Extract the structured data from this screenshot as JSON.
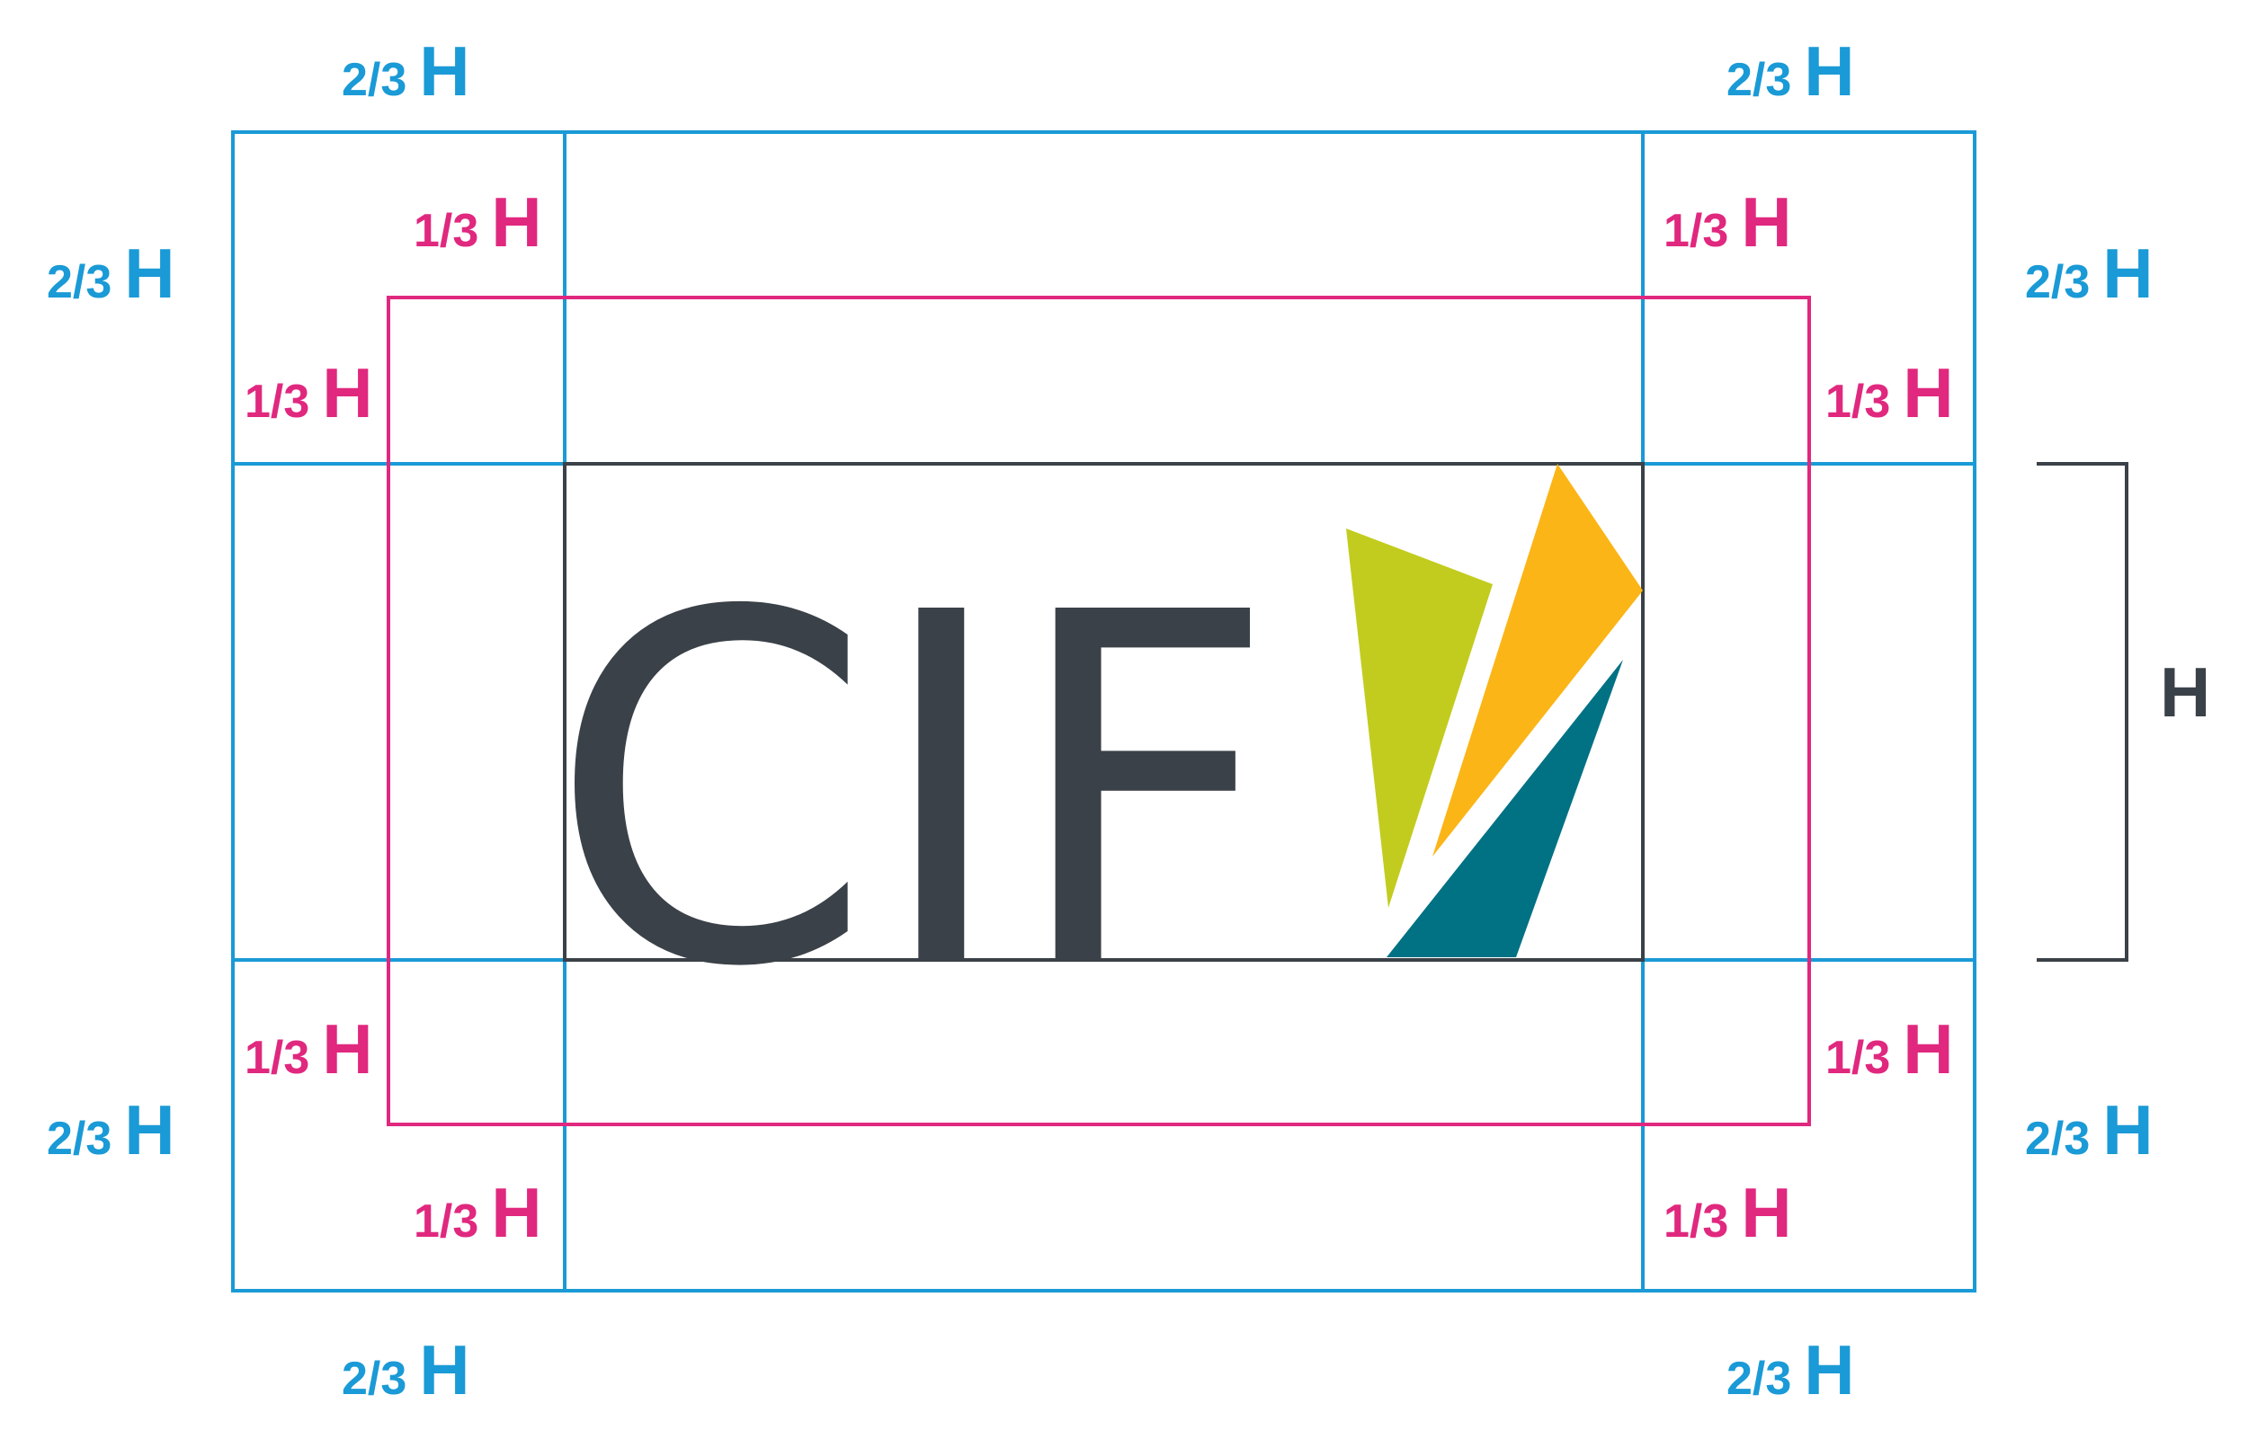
{
  "labels": {
    "outer_frac": "2/3",
    "inner_frac": "1/3",
    "unit": "H",
    "dimension": "H"
  },
  "logo": {
    "wordmark": "CIF"
  },
  "colors": {
    "outer_guide": "#1a9ad6",
    "inner_guide": "#e0287f",
    "logo_frame": "#3b4148",
    "wordmark": "#3b4148",
    "shard_green": "#c2cc1e",
    "shard_yellow": "#fbb516",
    "shard_teal": "#017184"
  }
}
